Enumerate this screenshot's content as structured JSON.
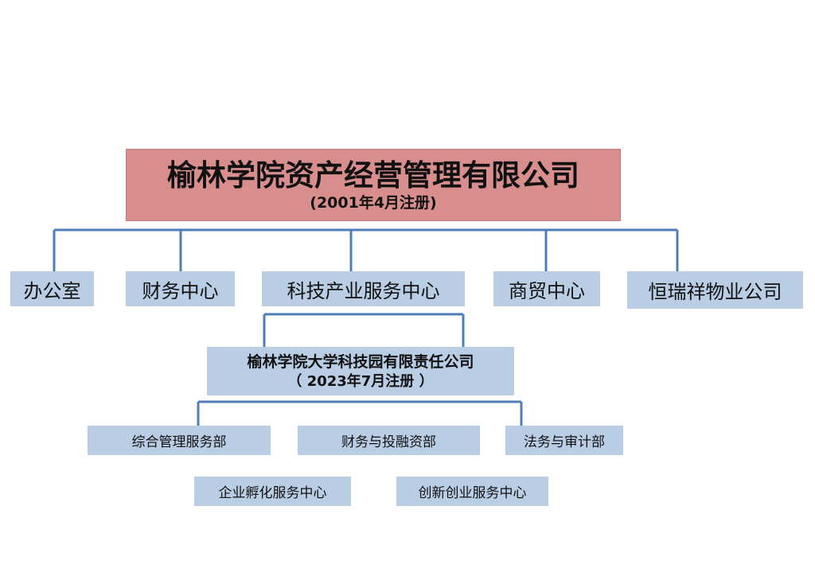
{
  "company": {
    "name": "榆林学院资产经营管理有限公司",
    "registered": "(2001年4月注册)"
  },
  "departments": [
    "办公室",
    "财务中心",
    "科技产业服务中心",
    "商贸中心",
    "恒瑞祥物业公司"
  ],
  "subsidiary": {
    "name": "榆林学院大学科技园有限责任公司",
    "registered": "（  2023年7月注册 ）"
  },
  "subsidiary_units": [
    "综合管理服务部",
    "财务与投融资部",
    "法务与审计部",
    "企业孵化服务中心",
    "创新创业服务中心"
  ],
  "colors": {
    "top_box": "#d98e8e",
    "unit_box": "#b9cde5",
    "connector": "#4f7db8"
  }
}
